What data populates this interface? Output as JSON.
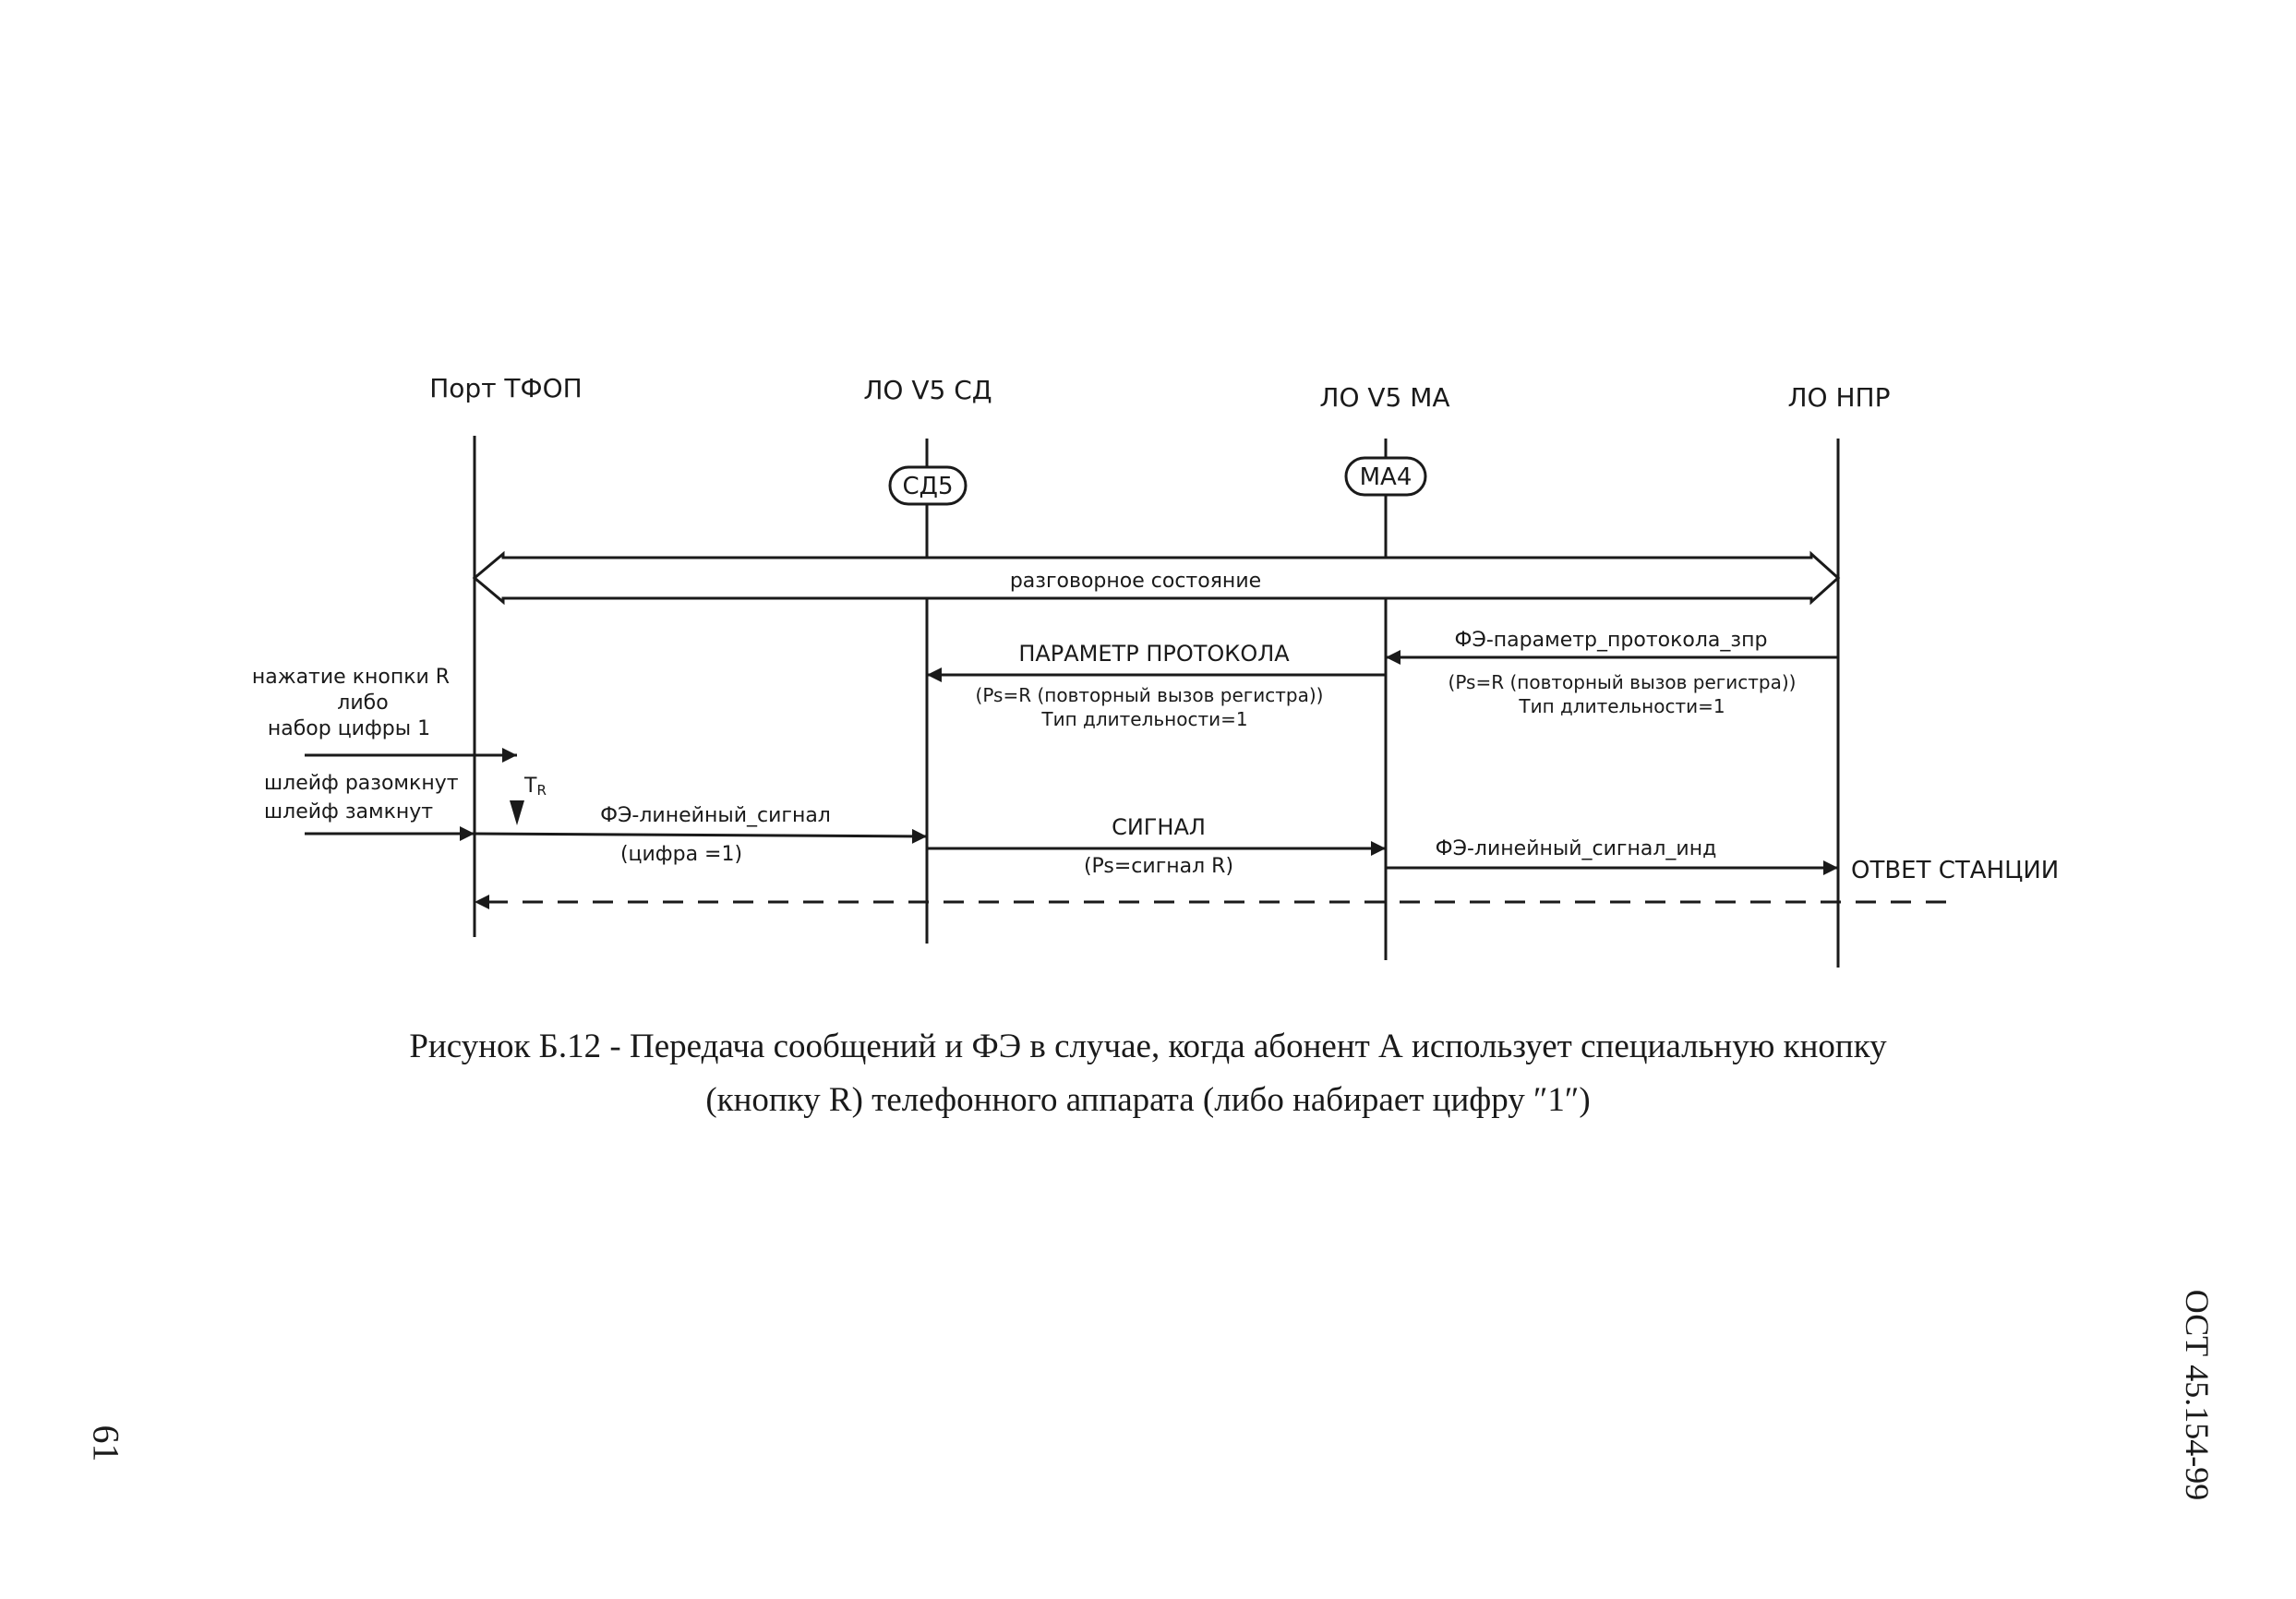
{
  "lifelines": {
    "pstn_port": "Порт ТФОП",
    "lo_v5_sd": "ЛО V5 СД",
    "lo_v5_ma": "ЛО V5 МА",
    "lo_npr": "ЛО НПР"
  },
  "states": {
    "sd": "СД5",
    "ma": "МА4"
  },
  "conversation_state": "разговорное состояние",
  "left_labels": {
    "line1": "нажатие кнопки R",
    "line2": "либо",
    "line3": "набор цифры 1",
    "loop_open": "шлейф разомкнут",
    "loop_closed": "шлейф замкнут",
    "timer": "T",
    "timer_sub": "R"
  },
  "messages": {
    "fe_param_req": "ФЭ-параметр_протокола_зпр",
    "fe_param_detail1": "(Ps=R (повторный вызов регистра))",
    "fe_param_detail2": "Тип длительности=1",
    "param_protocol": "ПАРАМЕТР ПРОТОКОЛА",
    "param_detail1": "(Ps=R (повторный вызов регистра))",
    "param_detail2": "Тип длительности=1",
    "fe_line_signal": "ФЭ-линейный_сигнал",
    "fe_line_signal_detail": "(цифра =1)",
    "signal": "СИГНАЛ",
    "signal_detail": "(Ps=сигнал R)",
    "fe_line_signal_ind": "ФЭ-линейный_сигнал_инд",
    "station_answer": "ОТВЕТ СТАНЦИИ"
  },
  "caption": {
    "line1": "Рисунок Б.12 - Передача сообщений и ФЭ в случае, когда абонент А использует специальную кнопку",
    "line2": "(кнопку R) телефонного аппарата (либо набирает цифру ″1″)"
  },
  "page_number": "61",
  "doc_code": "ОСТ 45.154-99"
}
